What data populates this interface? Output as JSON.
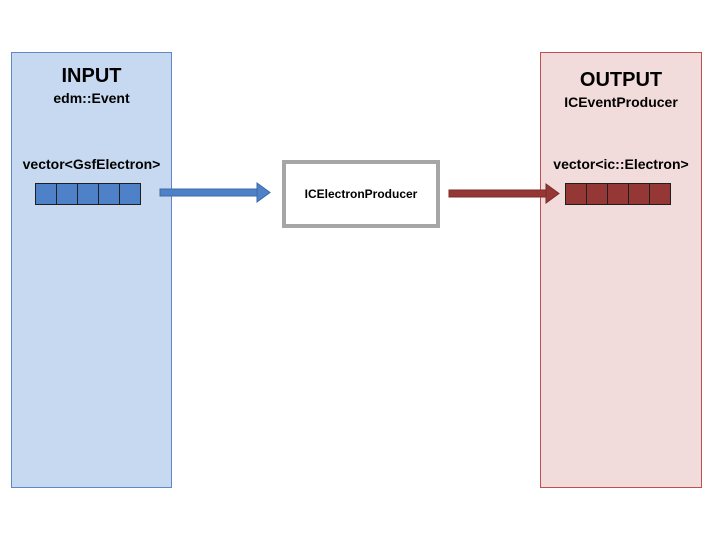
{
  "input": {
    "title": "INPUT",
    "subtitle": "edm::Event",
    "vector_label": "vector<GsfElectron>",
    "cell_count": 5,
    "color": "#4f81c9",
    "panel_color": "#c6d9f1"
  },
  "producer": {
    "label": "ICElectronProducer"
  },
  "output": {
    "title": "OUTPUT",
    "subtitle": "ICEventProducer",
    "vector_label": "vector<ic::Electron>",
    "cell_count": 5,
    "color": "#953735",
    "panel_color": "#f2dbdb"
  },
  "arrows": {
    "input_arrow_color": "#4f81c9",
    "output_arrow_color": "#953735"
  }
}
